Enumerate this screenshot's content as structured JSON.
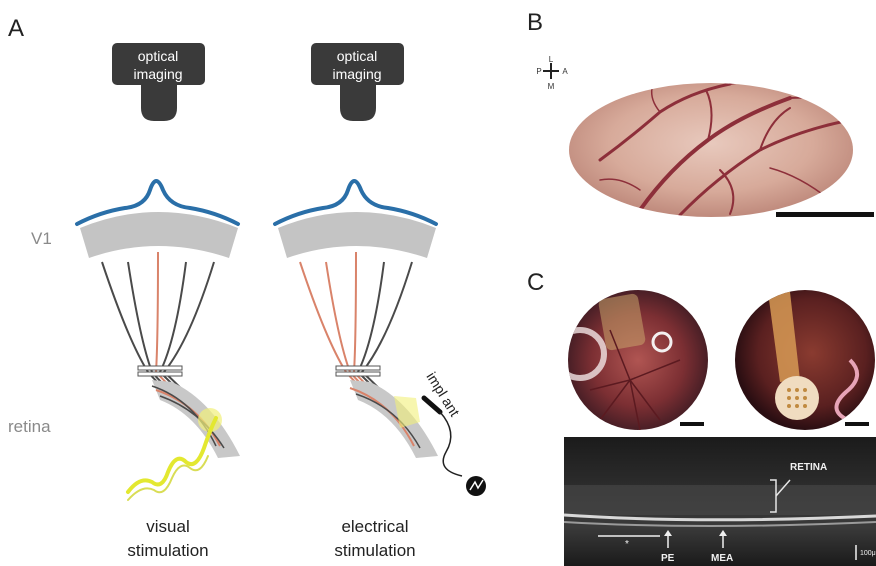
{
  "panels": {
    "a": "A",
    "b": "B",
    "c": "C"
  },
  "panel_a": {
    "camera_left_line1": "optical",
    "camera_left_line2": "imaging",
    "camera_right_line1": "optical",
    "camera_right_line2": "imaging",
    "v1_label": "V1",
    "retina_label": "retina",
    "implant_label": "impl ant",
    "visual_caption_line1": "visual",
    "visual_caption_line2": "stimulation",
    "electrical_caption_line1": "electrical",
    "electrical_caption_line2": "stimulation"
  },
  "panel_b": {
    "compass": {
      "north": "L",
      "south": "M",
      "west": "P",
      "east": "A"
    }
  },
  "panel_c": {
    "oct_retina_label": "RETINA",
    "oct_pe_label": "PE",
    "oct_mea_label": "MEA",
    "oct_star": "*",
    "oct_scale_label": "100μ"
  },
  "colors": {
    "camera": "#3a3a3a",
    "activity_curve": "#2a6fa8",
    "v1_band": "#c4c4c4",
    "retina_band": "#c8c8c8",
    "active_fiber": "#d9836a",
    "inactive_fiber": "#4a4a4a",
    "light_wave": "#e3e830",
    "label_gray": "#8a8a8a"
  }
}
